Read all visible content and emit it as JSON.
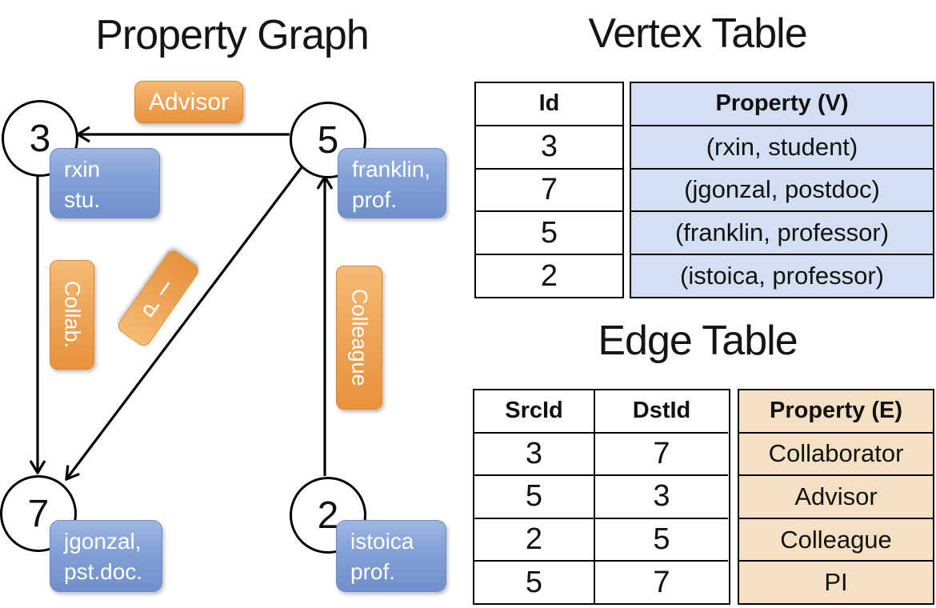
{
  "colors": {
    "orange_top": "#F5BB74",
    "orange_bottom": "#E8923C",
    "orange_border": "#DA8A3E",
    "blue_top": "#9DB6E3",
    "blue_bottom": "#7090CB",
    "vertex_cell_fill": "#D3DFF2",
    "edge_cell_fill": "#F5E0C3",
    "line": "#000000",
    "text_on_box": "#FFFFFF"
  },
  "graph": {
    "title": "Property Graph",
    "nodes": [
      {
        "id": "3",
        "lines": [
          "rxin",
          "stu."
        ]
      },
      {
        "id": "5",
        "lines": [
          "franklin,",
          "prof."
        ]
      },
      {
        "id": "7",
        "lines": [
          "jgonzal,",
          "pst.doc."
        ]
      },
      {
        "id": "2",
        "lines": [
          "istoica",
          "prof."
        ]
      }
    ],
    "edges": [
      {
        "src": "5",
        "dst": "3",
        "label": "Advisor"
      },
      {
        "src": "3",
        "dst": "7",
        "label": "Collab."
      },
      {
        "src": "5",
        "dst": "7",
        "label": "PI"
      },
      {
        "src": "2",
        "dst": "5",
        "label": "Colleague"
      }
    ]
  },
  "vertex_table": {
    "title": "Vertex Table",
    "headers": {
      "id": "Id",
      "property": "Property (V)"
    },
    "rows": [
      {
        "id": "3",
        "property": "(rxin, student)"
      },
      {
        "id": "7",
        "property": "(jgonzal, postdoc)"
      },
      {
        "id": "5",
        "property": "(franklin, professor)"
      },
      {
        "id": "2",
        "property": "(istoica, professor)"
      }
    ]
  },
  "edge_table": {
    "title": "Edge Table",
    "headers": {
      "src": "SrcId",
      "dst": "DstId",
      "property": "Property (E)"
    },
    "rows": [
      {
        "src": "3",
        "dst": "7",
        "property": "Collaborator"
      },
      {
        "src": "5",
        "dst": "3",
        "property": "Advisor"
      },
      {
        "src": "2",
        "dst": "5",
        "property": "Colleague"
      },
      {
        "src": "5",
        "dst": "7",
        "property": "PI"
      }
    ]
  }
}
